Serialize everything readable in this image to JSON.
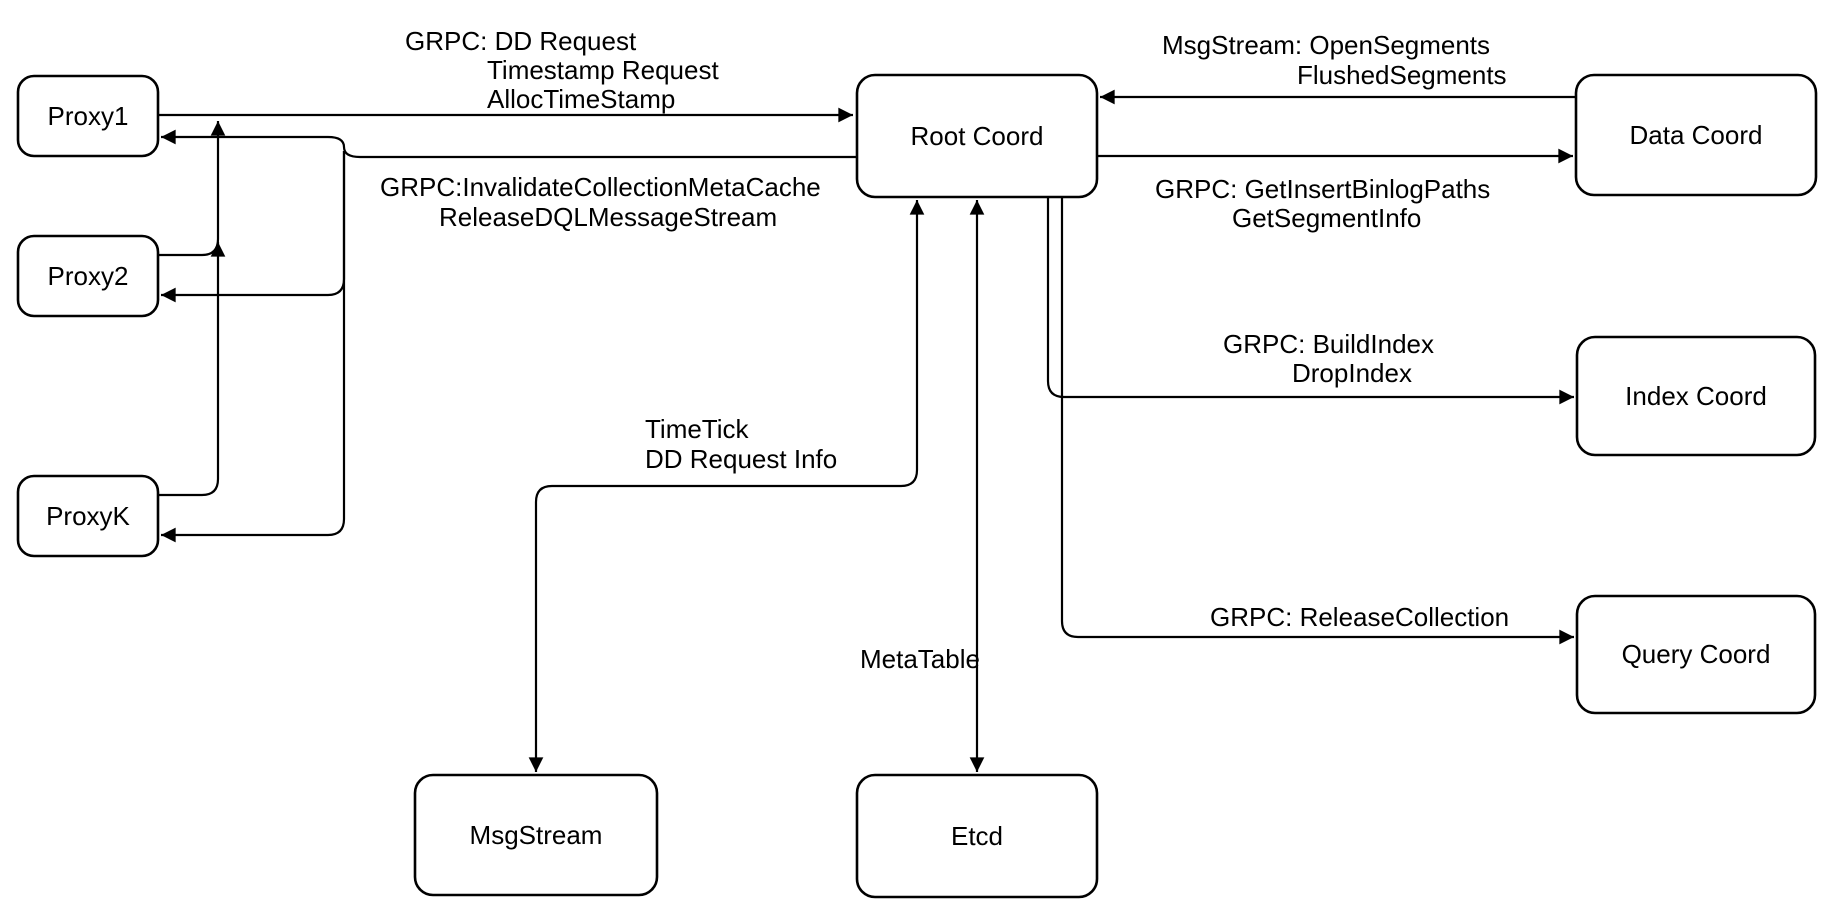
{
  "colors": {
    "background": "#ffffff",
    "stroke": "#000000",
    "text": "#000000"
  },
  "nodes": {
    "proxy1": {
      "label": "Proxy1"
    },
    "proxy2": {
      "label": "Proxy2"
    },
    "proxyK": {
      "label": "ProxyK"
    },
    "root_coord": {
      "label": "Root Coord"
    },
    "data_coord": {
      "label": "Data Coord"
    },
    "index_coord": {
      "label": "Index Coord"
    },
    "query_coord": {
      "label": "Query Coord"
    },
    "msg_stream": {
      "label": "MsgStream"
    },
    "etcd": {
      "label": "Etcd"
    }
  },
  "edges": {
    "proxies_to_root": {
      "label_lines": [
        "GRPC: DD Request",
        "Timestamp Request",
        "AllocTimeStamp"
      ],
      "direction": "proxies -> root_coord"
    },
    "root_to_proxies": {
      "label_lines": [
        "GRPC:InvalidateCollectionMetaCache",
        "ReleaseDQLMessageStream"
      ],
      "direction": "root_coord -> proxy1, proxy2, proxyK"
    },
    "data_to_root": {
      "label_lines": [
        "MsgStream: OpenSegments",
        "FlushedSegments"
      ],
      "direction": "data_coord -> root_coord"
    },
    "root_to_data": {
      "label_lines": [
        "GRPC: GetInsertBinlogPaths",
        "GetSegmentInfo"
      ],
      "direction": "root_coord -> data_coord"
    },
    "root_to_index": {
      "label_lines": [
        "GRPC: BuildIndex",
        "DropIndex"
      ],
      "direction": "root_coord -> index_coord"
    },
    "root_to_query": {
      "label_lines": [
        "GRPC: ReleaseCollection"
      ],
      "direction": "root_coord -> query_coord"
    },
    "root_to_msgstream": {
      "label_lines": [
        "TimeTick",
        "DD Request Info"
      ],
      "direction": "root_coord <-> msg_stream"
    },
    "root_to_etcd": {
      "label_lines": [
        "MetaTable"
      ],
      "direction": "root_coord <-> etcd"
    }
  }
}
